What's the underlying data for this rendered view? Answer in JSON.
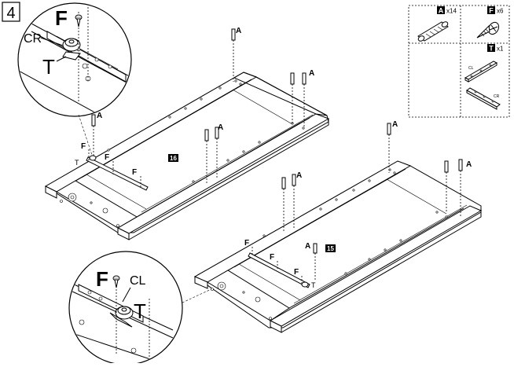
{
  "step": {
    "number": "4"
  },
  "callout_top": {
    "letter_f": "F",
    "letter_cr": "CR",
    "letter_t": "T"
  },
  "callout_bottom": {
    "letter_f": "F",
    "letter_cl": "CL",
    "letter_t": "T"
  },
  "panel_left": {
    "id": "16",
    "dowel_label": "A",
    "screw_label": "F",
    "plate_label": "T"
  },
  "panel_right": {
    "id": "15",
    "dowel_label": "A",
    "screw_label": "F",
    "plate_label": "T"
  },
  "parts": [
    {
      "letter": "A",
      "qty": "x14",
      "icon": "dowel-icon"
    },
    {
      "letter": "F",
      "qty": "x6",
      "icon": "screw-icon"
    },
    {
      "letter": "T",
      "qty": "x1",
      "icon": "connector-plate-icon"
    }
  ],
  "plate_marks": {
    "left": "CL",
    "right": "CR"
  }
}
